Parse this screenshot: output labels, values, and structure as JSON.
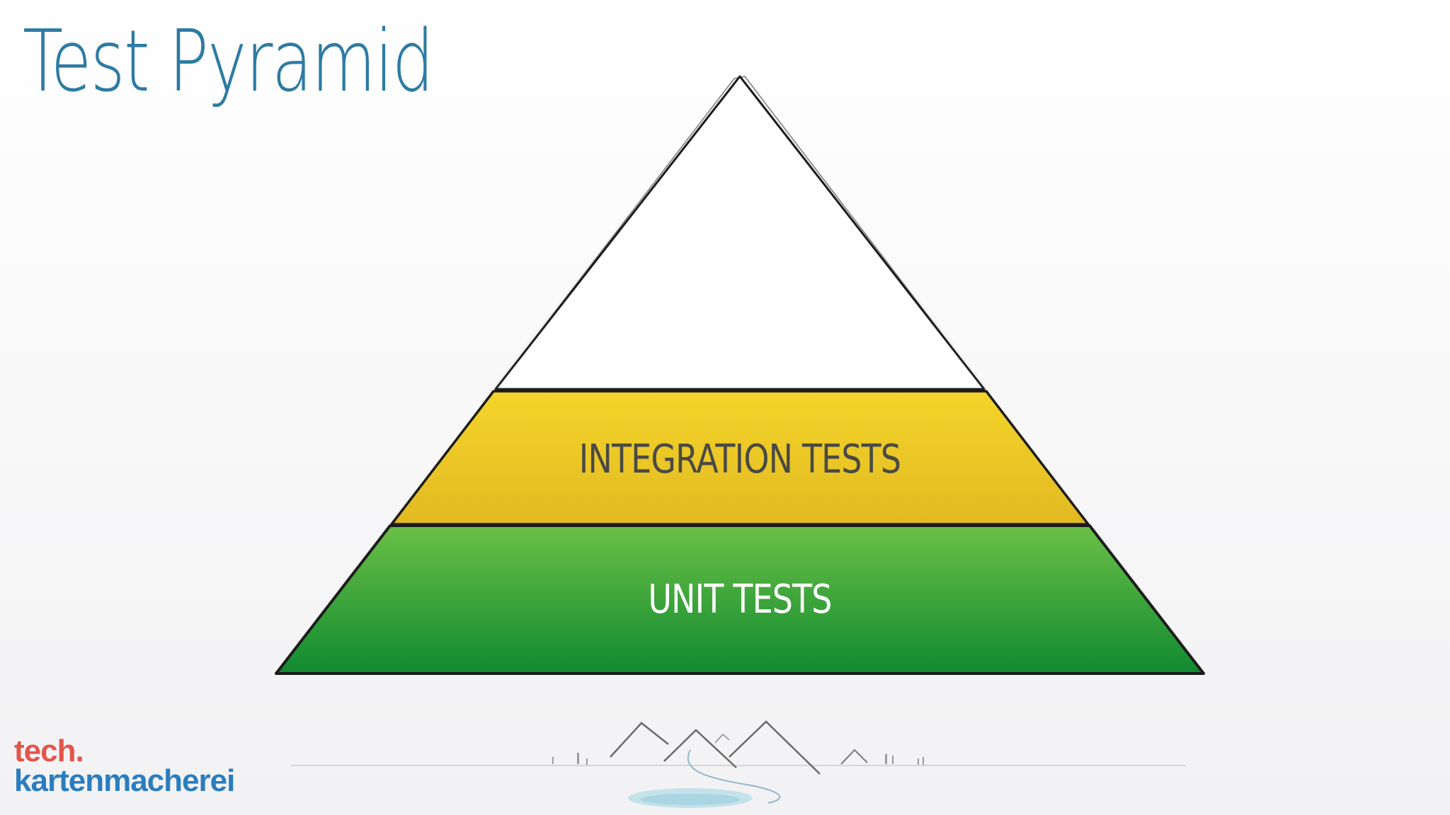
{
  "slide": {
    "title": "Test Pyramid"
  },
  "pyramid": {
    "layers": [
      {
        "id": "top",
        "label": "",
        "color": "#ffffff"
      },
      {
        "id": "integration",
        "label": "INTEGRATION TESTS",
        "color": "#ecc92c",
        "text_color": "#4a4a44"
      },
      {
        "id": "unit",
        "label": "UNIT TESTS",
        "color": "#3fa43a",
        "text_color": "#ffffff"
      }
    ]
  },
  "branding": {
    "logo_line1": "tech.",
    "logo_line2": "kartenmacherei",
    "logo_color_1": "#e2554b",
    "logo_color_2": "#2a7dbf"
  },
  "colors": {
    "title": "#2d7ba3",
    "outline": "#1c1c1c"
  }
}
